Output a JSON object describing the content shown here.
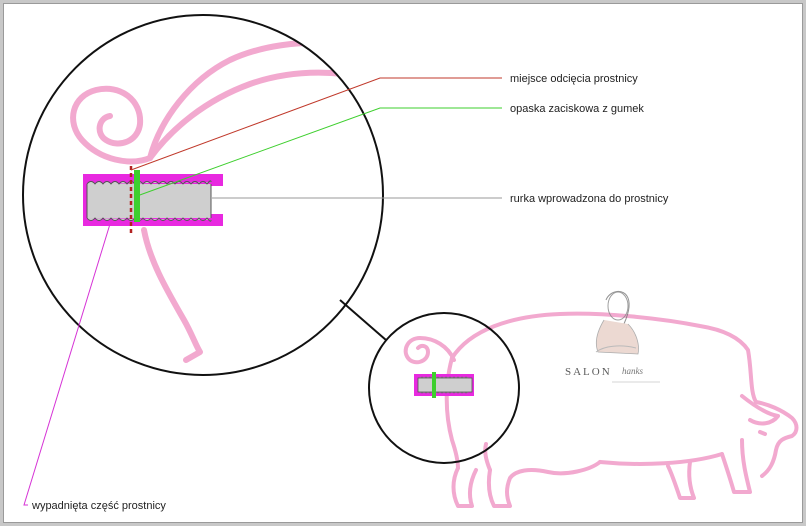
{
  "labels": {
    "cut_site": "miejsce odcięcia prostnicy",
    "clamp_band": "opaska zaciskowa z gumek",
    "inserted_tube": "rurka wprowadzona do prostnicy",
    "prolapsed_part": "wypadnięta część prostnicy"
  },
  "watermark": {
    "salon": "SALON",
    "script": "hanks"
  },
  "colors": {
    "pig_outline": "#f2a9cf",
    "rectum": "#e829e0",
    "tube": "#cfcfcf",
    "band": "#3ecf2e",
    "cut_line": "#b22222",
    "line_cut": "#c0392b",
    "line_band": "#3ecf2e",
    "line_tube": "#9a9a9a",
    "line_prolapse": "#d633d6"
  }
}
